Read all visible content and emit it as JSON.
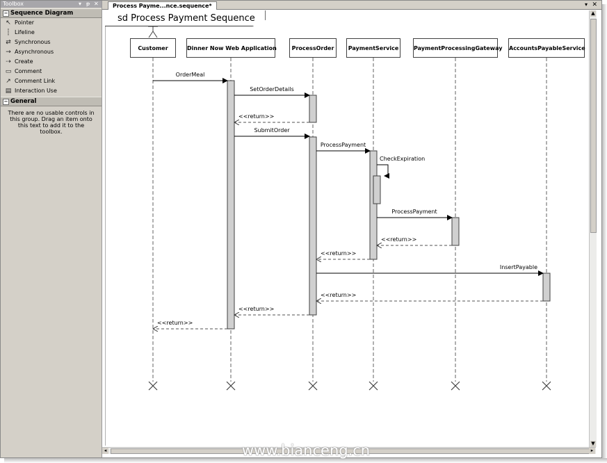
{
  "toolbox": {
    "title": "Toolbox",
    "title_buttons": {
      "dropdown": "▾",
      "pin": "ᵽ",
      "close": "✕"
    },
    "groups": [
      {
        "label": "Sequence Diagram",
        "expander": "−",
        "items": [
          {
            "label": "Pointer",
            "icon": "pointer-icon",
            "glyph": "↖"
          },
          {
            "label": "Lifeline",
            "icon": "lifeline-icon",
            "glyph": "┆"
          },
          {
            "label": "Synchronous",
            "icon": "synchronous-message-icon",
            "glyph": "⇄"
          },
          {
            "label": "Asynchronous",
            "icon": "asynchronous-message-icon",
            "glyph": "→"
          },
          {
            "label": "Create",
            "icon": "create-message-icon",
            "glyph": "⇢"
          },
          {
            "label": "Comment",
            "icon": "comment-icon",
            "glyph": "▭"
          },
          {
            "label": "Comment Link",
            "icon": "comment-link-icon",
            "glyph": "↗"
          },
          {
            "label": "Interaction Use",
            "icon": "interaction-use-icon",
            "glyph": "▤"
          }
        ]
      },
      {
        "label": "General",
        "expander": "−",
        "note": "There are no usable controls in this group. Drag an item onto this text to add it to the toolbox."
      }
    ]
  },
  "document": {
    "tab_label": "Process Payme...nce.sequence*",
    "tab_dropdown": "▾",
    "tab_close": "✕",
    "diagram_title": "sd Process Payment Sequence",
    "lifelines": [
      {
        "id": "customer",
        "label": "Customer",
        "actor": true
      },
      {
        "id": "webapp",
        "label": "Dinner Now Web Application"
      },
      {
        "id": "processorder",
        "label": "ProcessOrder"
      },
      {
        "id": "paymentservice",
        "label": "PaymentService"
      },
      {
        "id": "gateway",
        "label": "PaymentProcessingGateway"
      },
      {
        "id": "payable",
        "label": "AccountsPayableService"
      }
    ],
    "messages": [
      {
        "from": "customer",
        "to": "webapp",
        "label": "OrderMeal",
        "kind": "call"
      },
      {
        "from": "webapp",
        "to": "processorder",
        "label": "SetOrderDetails",
        "kind": "call"
      },
      {
        "from": "processorder",
        "to": "webapp",
        "label": "<<return>>",
        "kind": "return"
      },
      {
        "from": "webapp",
        "to": "processorder",
        "label": "SubmitOrder",
        "kind": "call"
      },
      {
        "from": "processorder",
        "to": "paymentservice",
        "label": "ProcessPayment",
        "kind": "call"
      },
      {
        "from": "paymentservice",
        "to": "paymentservice",
        "label": "CheckExpiration",
        "kind": "self"
      },
      {
        "from": "paymentservice",
        "to": "gateway",
        "label": "ProcessPayment",
        "kind": "call"
      },
      {
        "from": "gateway",
        "to": "paymentservice",
        "label": "<<return>>",
        "kind": "return"
      },
      {
        "from": "paymentservice",
        "to": "processorder",
        "label": "<<return>>",
        "kind": "return"
      },
      {
        "from": "processorder",
        "to": "payable",
        "label": "InsertPayable",
        "kind": "call"
      },
      {
        "from": "payable",
        "to": "processorder",
        "label": "<<return>>",
        "kind": "return"
      },
      {
        "from": "processorder",
        "to": "webapp",
        "label": "<<return>>",
        "kind": "return"
      },
      {
        "from": "webapp",
        "to": "customer",
        "label": "<<return>>",
        "kind": "return"
      }
    ]
  },
  "scrollbars": {
    "up": "▲",
    "down": "▼",
    "left": "◂",
    "right": "▸"
  },
  "watermark": "www.bianceng.cn"
}
